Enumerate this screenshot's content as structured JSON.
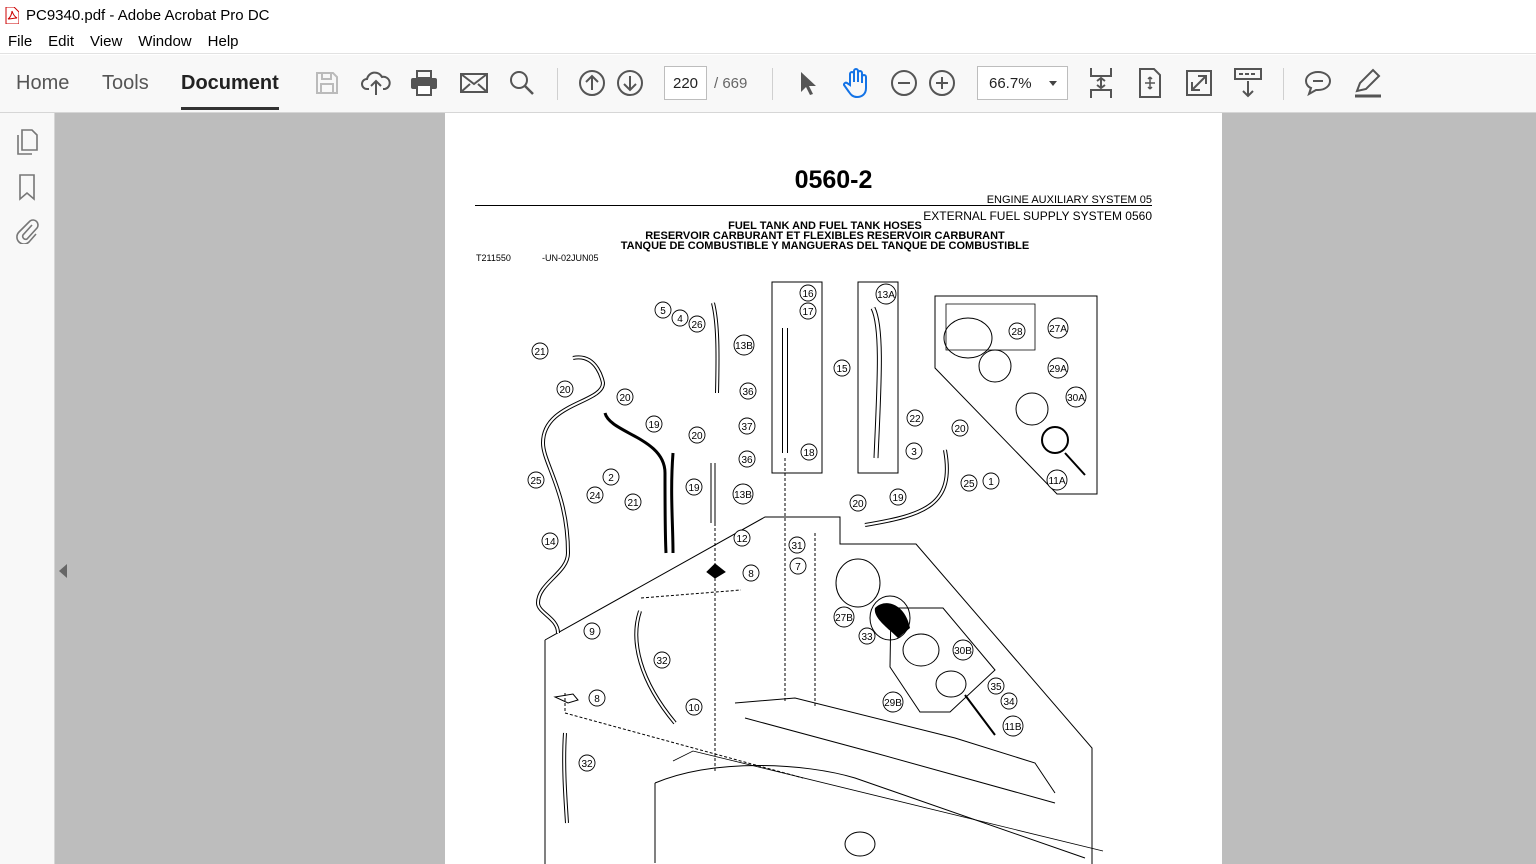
{
  "window": {
    "title": "PC9340.pdf - Adobe Acrobat Pro DC"
  },
  "menu": [
    "File",
    "Edit",
    "View",
    "Window",
    "Help"
  ],
  "nav_tabs": {
    "home": "Home",
    "tools": "Tools",
    "document": "Document"
  },
  "page_nav": {
    "current": "220",
    "total": "/ 669"
  },
  "zoom": {
    "value": "66.7%"
  },
  "document": {
    "title": "0560-2",
    "section": "ENGINE  AUXILIARY  SYSTEM     05",
    "subsection": "EXTERNAL FUEL SUPPLY SYSTEM 0560",
    "caption_en": "FUEL TANK AND FUEL TANK HOSES",
    "caption_fr": "RESERVOIR CARBURANT ET FLEXIBLES RESERVOIR CARBURANT",
    "caption_es": "TANQUE DE COMBUSTIBLE Y MANGUERAS DEL TANQUE DE COMBUSTIBLE",
    "ref_id": "T211550",
    "ref_date": "-UN-02JUN05",
    "callouts": [
      "5",
      "4",
      "26",
      "13B",
      "21",
      "20",
      "20",
      "36",
      "19",
      "37",
      "20",
      "36",
      "13B",
      "2",
      "25",
      "24",
      "19",
      "21",
      "14",
      "12",
      "8",
      "9",
      "32",
      "10",
      "8",
      "32",
      "16",
      "17",
      "15",
      "18",
      "13A",
      "27A",
      "28",
      "29A",
      "30A",
      "11A",
      "22",
      "20",
      "3",
      "1",
      "25",
      "20",
      "19",
      "31",
      "7",
      "27B",
      "33",
      "30B",
      "29B",
      "35",
      "34",
      "11B"
    ]
  },
  "colors": {
    "toolbar_bg": "#f8f8f8",
    "viewer_bg": "#bdbdbd",
    "accent_blue": "#1473e6"
  }
}
